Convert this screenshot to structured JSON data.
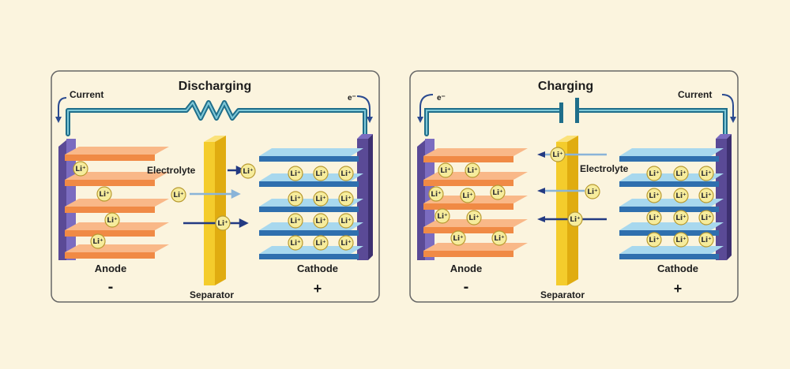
{
  "panels": {
    "discharging": {
      "title": "Discharging",
      "current_label": "Current",
      "electron_label": "e⁻",
      "electrolyte_label": "Electrolyte",
      "anode_label": "Anode",
      "anode_sign": "-",
      "cathode_label": "Cathode",
      "cathode_sign": "+",
      "separator_label": "Separator",
      "ion_label": "Li⁺"
    },
    "charging": {
      "title": "Charging",
      "current_label": "Current",
      "electron_label": "e⁻",
      "electrolyte_label": "Electrolyte",
      "anode_label": "Anode",
      "anode_sign": "-",
      "cathode_label": "Cathode",
      "cathode_sign": "+",
      "separator_label": "Separator",
      "ion_label": "Li⁺"
    }
  },
  "colors": {
    "background": "#fbf4de",
    "panel_border": "#666666",
    "wire": "#1f6e8a",
    "anode_plate": "#f08a45",
    "cathode_plate": "#4a9cc8",
    "terminal": "#5a4a96",
    "separator": "#f4cc2c",
    "ion_fill": "#f6ec9c",
    "arrow": "#233a82"
  }
}
